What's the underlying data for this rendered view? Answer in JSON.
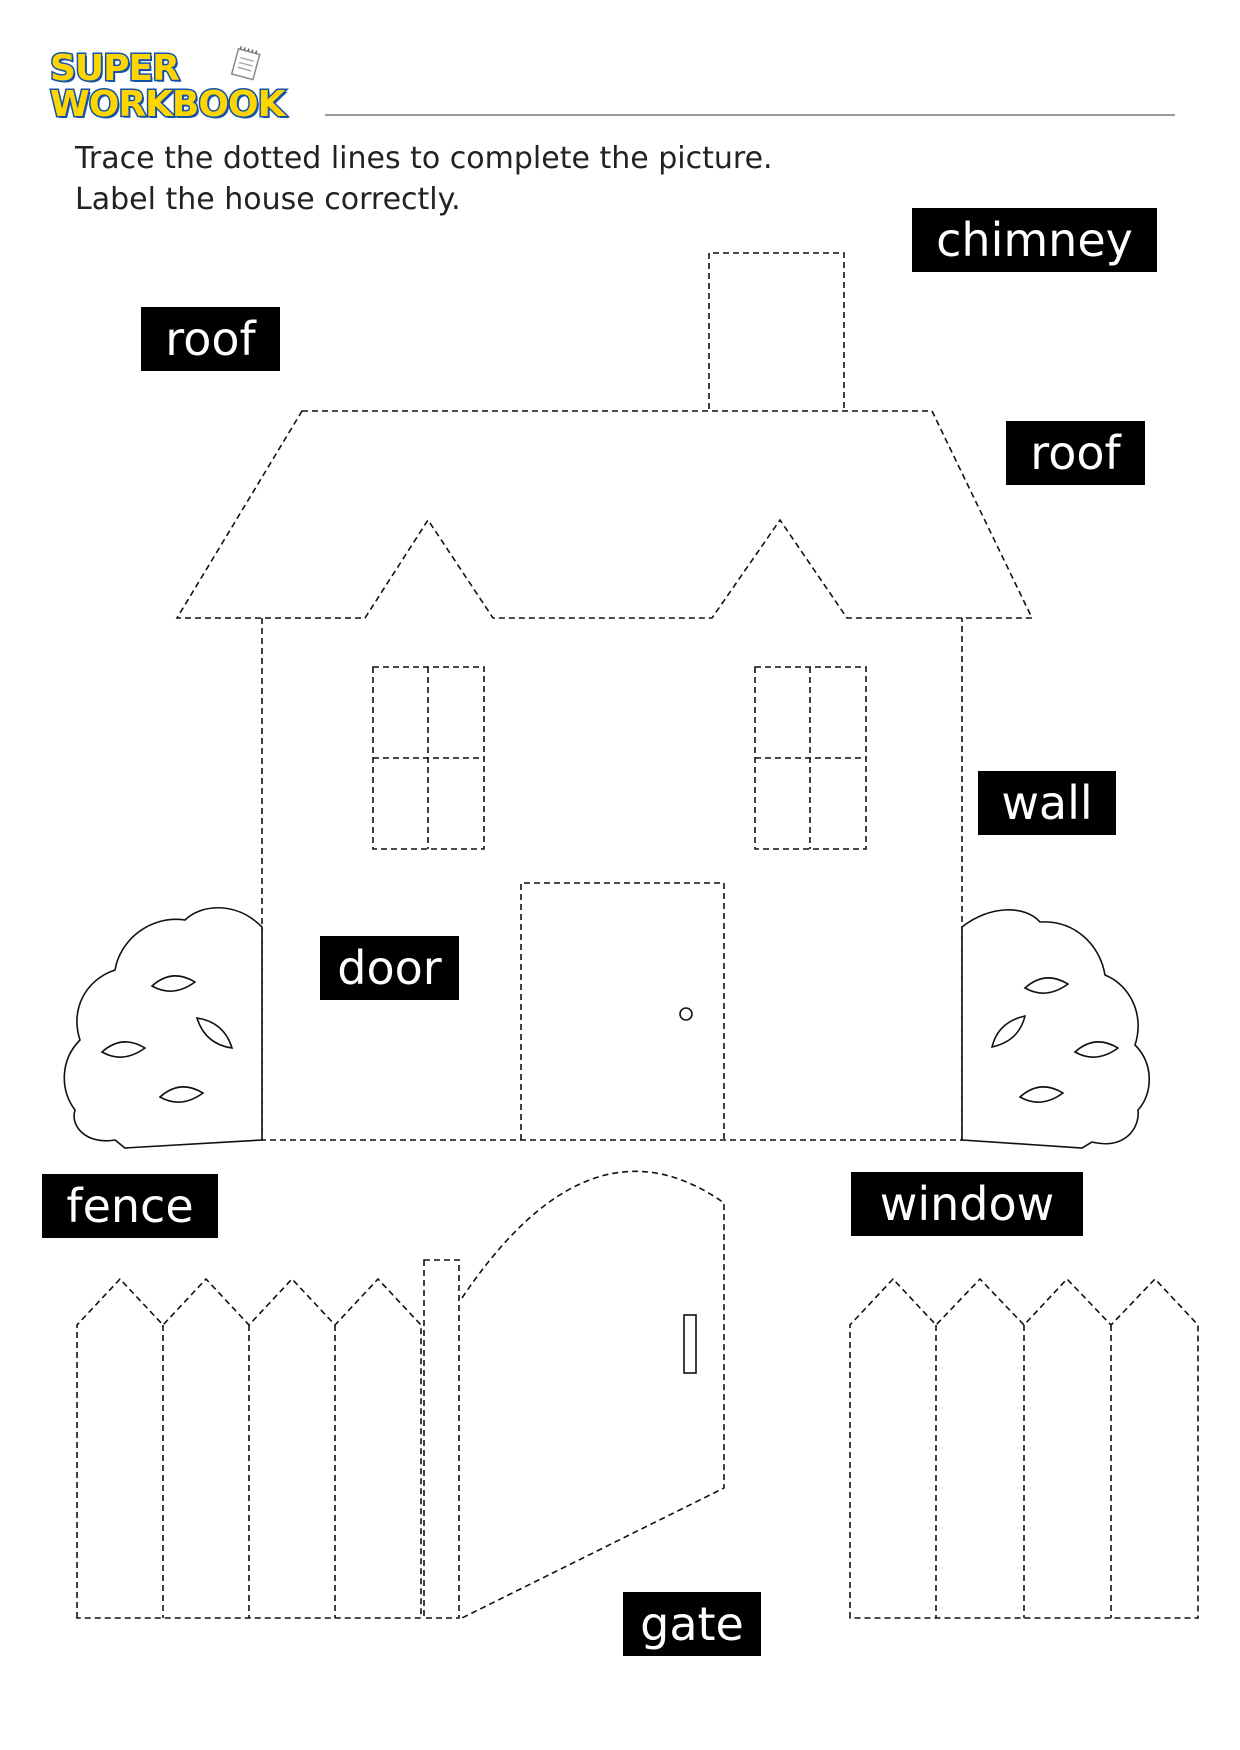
{
  "logo": {
    "line1": "SUPER",
    "line2": "WORKBOOK"
  },
  "instructions": {
    "line1": "Trace the dotted lines to complete the picture.",
    "line2": "Label the house correctly."
  },
  "labels": {
    "roof_left": "roof",
    "chimney": "chimney",
    "roof_right": "roof",
    "wall": "wall",
    "door": "door",
    "fence": "fence",
    "window": "window",
    "gate": "gate"
  },
  "colors": {
    "logo_fill": "#ffd500",
    "logo_outline": "#1452a8",
    "label_bg": "#000000",
    "label_text": "#ffffff",
    "line": "#111111"
  }
}
